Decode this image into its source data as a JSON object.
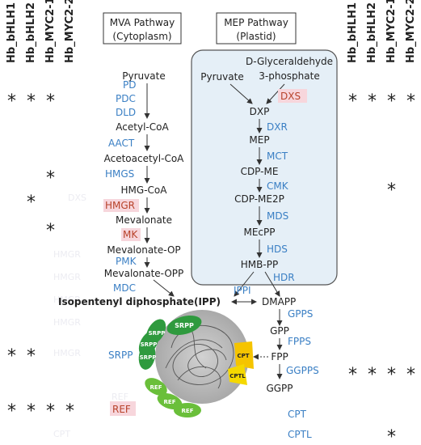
{
  "headers": {
    "left": [
      "Hb_bHLH1",
      "Hb_bHLH2",
      "Hb_MYC2-1",
      "Hb_MYC2-2"
    ],
    "right": [
      "Hb_bHLH1",
      "Hb_bHLH2",
      "Hb_MYC2-1",
      "Hb_MYC2-2"
    ]
  },
  "mva": {
    "title_line1": "MVA Pathway",
    "title_line2": "(Cytoplasm)",
    "metabolites": [
      "Pyruvate",
      "Acetyl-CoA",
      "Acetoacetyl-CoA",
      "HMG-CoA",
      "Mevalonate",
      "Mevalonate-OP",
      "Mevalonate-OPP"
    ],
    "enzymes": [
      "PD",
      "PDC",
      "DLD",
      "AACT",
      "HMGS",
      "HMGR",
      "MK",
      "PMK",
      "MDC"
    ]
  },
  "mep": {
    "title_line1": "MEP Pathway",
    "title_line2": "(Plastid)",
    "pyruvate": "Pyruvate",
    "g3p_line1": "D-Glyceraldehyde",
    "g3p_line2": "3-phosphate",
    "metabolites": [
      "DXP",
      "MEP",
      "CDP-ME",
      "CDP-ME2P",
      "MEcPP",
      "HMB-PP"
    ],
    "enzymes": [
      "DXS",
      "DXR",
      "MCT",
      "CMK",
      "MDS",
      "HDS",
      "HDR"
    ]
  },
  "downstream": {
    "ipp": "Isopentenyl diphosphate(IPP)",
    "ippi": "IPPI",
    "dmapp": "DMAPP",
    "gpp": "GPP",
    "fpp": "FPP",
    "ggpp": "GGPP",
    "enzymes": [
      "GPPS",
      "FPPS",
      "GGPPS"
    ]
  },
  "particle": {
    "srpp": "SRPP",
    "ref": "REF",
    "cpt": "CPT",
    "cptl": "CPTL"
  },
  "left_labels": [
    "SRPP",
    "REF"
  ],
  "bottom_labels": [
    "CPT",
    "CPTL"
  ],
  "faint_labels": [
    "DXS",
    "HMGR",
    "HMGR",
    "HMGR",
    "HMGR",
    "HMGR",
    "REF",
    "CPT"
  ],
  "asterisk": "*",
  "colors": {
    "enzyme_blue": "#3a7fc4",
    "enzyme_red": "#b8432b",
    "highlight_pink": "#f7d6dc",
    "plastid_fill": "#e5eff7",
    "particle_gray": "#b3b3b3",
    "srpp_green": "#2f9a3e",
    "cpt_yellow": "#f5c400"
  }
}
